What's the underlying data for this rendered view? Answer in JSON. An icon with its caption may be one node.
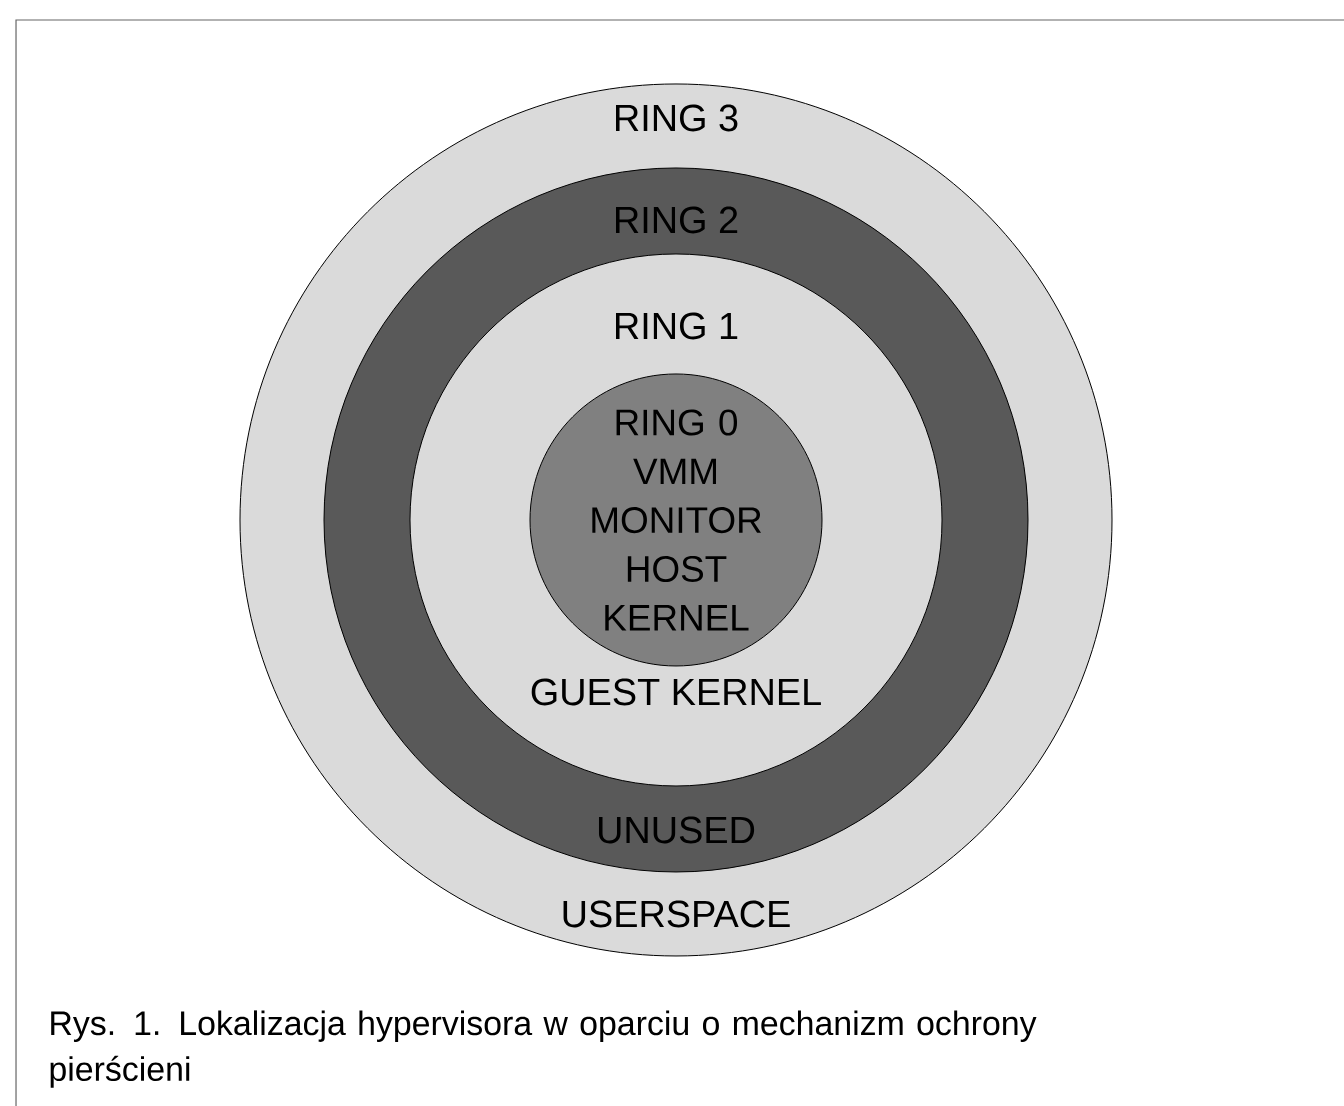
{
  "diagram": {
    "caption": "Rys. 1. Lokalizacja hypervisora w oparciu o mechanizm ochrony pierścieni",
    "nodes": [
      {
        "text": [
          "RING 3",
          "USERSPACE"
        ]
      },
      {
        "text": [
          "RING 2",
          "UNUSED"
        ],
        "in": 0
      },
      {
        "text": [
          "RING 1",
          "GUEST KERNEL"
        ],
        "in": 1
      },
      {
        "text": [
          "RING 0 VMM MONITOR HOST KERNEL"
        ],
        "in": 2
      }
    ]
  }
}
